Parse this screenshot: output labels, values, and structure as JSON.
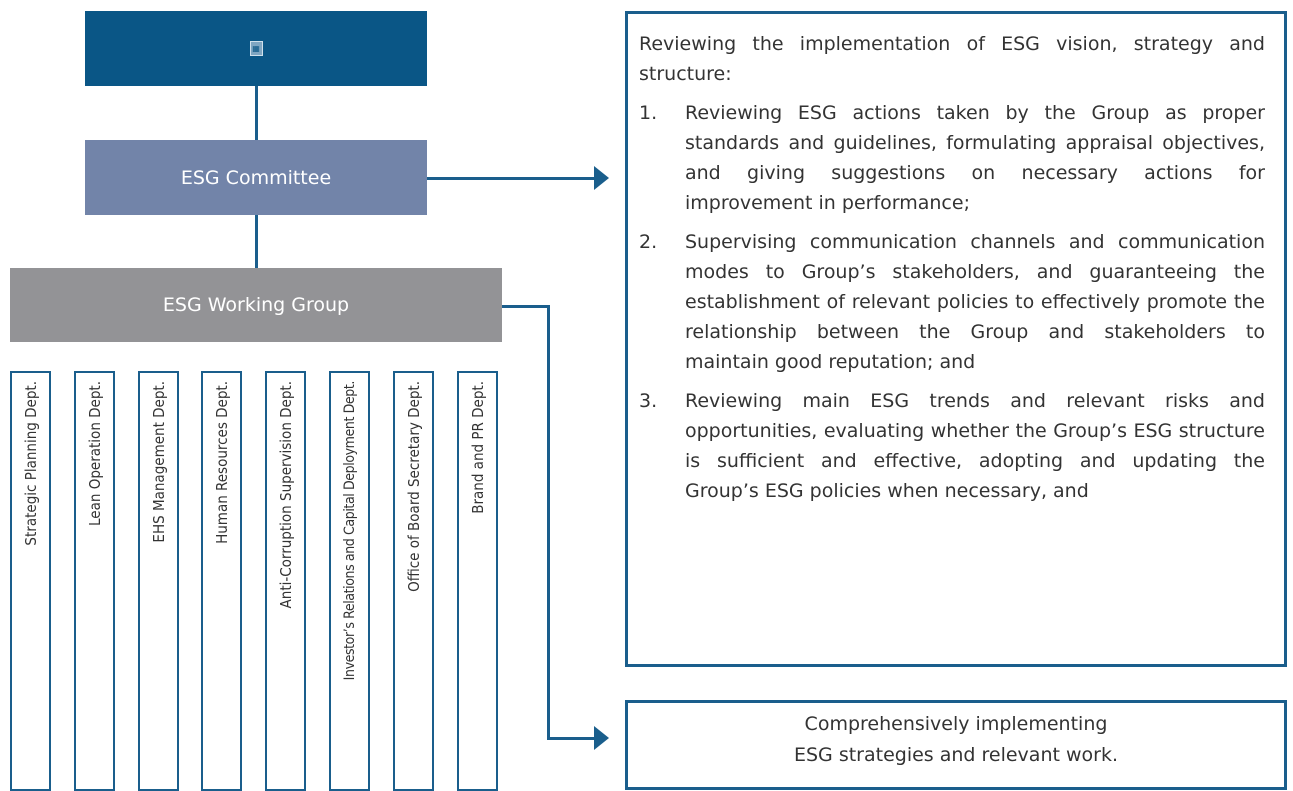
{
  "org_chart": {
    "top_box_label": "",
    "committee_label": "ESG Committee",
    "working_group_label": "ESG Working Group",
    "departments": [
      "Strategic Planning Dept.",
      "Lean Operation Dept.",
      "EHS Management Dept.",
      "Human Resources Dept.",
      "Anti-Corruption Supervision Dept.",
      "Investor’s Relations and Capital Deployment Dept.",
      "Office of Board Secretary Dept.",
      "Brand and PR Dept."
    ]
  },
  "committee_responsibilities": {
    "intro": "Reviewing the implementation of ESG vision, strategy and structure:",
    "items": [
      {
        "number": "1.",
        "text": "Reviewing ESG actions taken by the Group as proper standards and guidelines, formulating appraisal objectives, and giving suggestions on necessary actions for improvement in performance;"
      },
      {
        "number": "2.",
        "text": "Supervising communication channels and communication modes to Group’s stakeholders, and guaranteeing the establishment of relevant policies to effectively promote the relationship between the Group and stakeholders to maintain good reputation; and"
      },
      {
        "number": "3.",
        "text": "Reviewing main ESG trends and relevant risks and opportunities, evaluating whether the Group’s ESG structure is sufficient and effective, adopting and updating the Group’s ESG policies when necessary, and"
      }
    ]
  },
  "working_group_responsibilities": {
    "line1": "Comprehensively implementing",
    "line2": "ESG strategies and relevant work."
  },
  "colors": {
    "board_box": "#0a5686",
    "committee_box": "#7284a9",
    "working_group_box": "#939396",
    "connector": "#1a5e8c"
  },
  "icons": {
    "board_placeholder": "image-placeholder-icon"
  }
}
